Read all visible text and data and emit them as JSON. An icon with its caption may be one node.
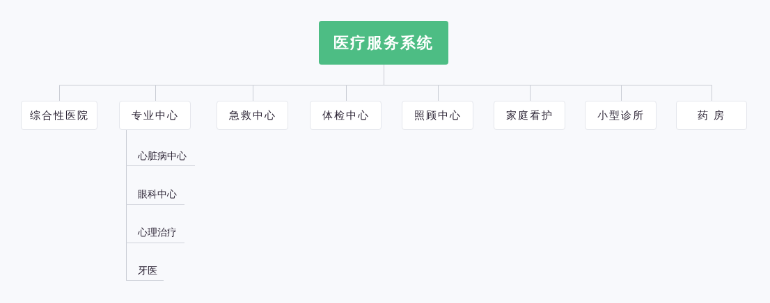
{
  "diagram": {
    "nodes": [
      {
        "text": [
          "医疗服务系统"
        ]
      },
      {
        "text": [
          "综合性医院"
        ]
      },
      {
        "text": [
          "专业中心"
        ]
      },
      {
        "text": [
          "急救中心"
        ]
      },
      {
        "text": [
          "体检中心"
        ]
      },
      {
        "text": [
          "照顾中心"
        ]
      },
      {
        "text": [
          "家庭看护"
        ]
      },
      {
        "text": [
          "小型诊所"
        ]
      },
      {
        "text": [
          "药 房"
        ]
      },
      {
        "text": [
          "心脏病中心"
        ]
      },
      {
        "text": [
          "眼科中心"
        ]
      },
      {
        "text": [
          "心理治疗"
        ]
      },
      {
        "text": [
          "牙医"
        ]
      }
    ],
    "edges": [
      {
        "from": 0,
        "to": 1,
        "arrow": "none"
      },
      {
        "from": 0,
        "to": 2,
        "arrow": "none"
      },
      {
        "from": 0,
        "to": 3,
        "arrow": "none"
      },
      {
        "from": 0,
        "to": 4,
        "arrow": "none"
      },
      {
        "from": 0,
        "to": 5,
        "arrow": "none"
      },
      {
        "from": 0,
        "to": 6,
        "arrow": "none"
      },
      {
        "from": 0,
        "to": 7,
        "arrow": "none"
      },
      {
        "from": 0,
        "to": 8,
        "arrow": "none"
      },
      {
        "from": 2,
        "to": 9,
        "arrow": "none"
      },
      {
        "from": 2,
        "to": 10,
        "arrow": "none"
      },
      {
        "from": 2,
        "to": 11,
        "arrow": "none"
      },
      {
        "from": 2,
        "to": 12,
        "arrow": "none"
      }
    ]
  }
}
